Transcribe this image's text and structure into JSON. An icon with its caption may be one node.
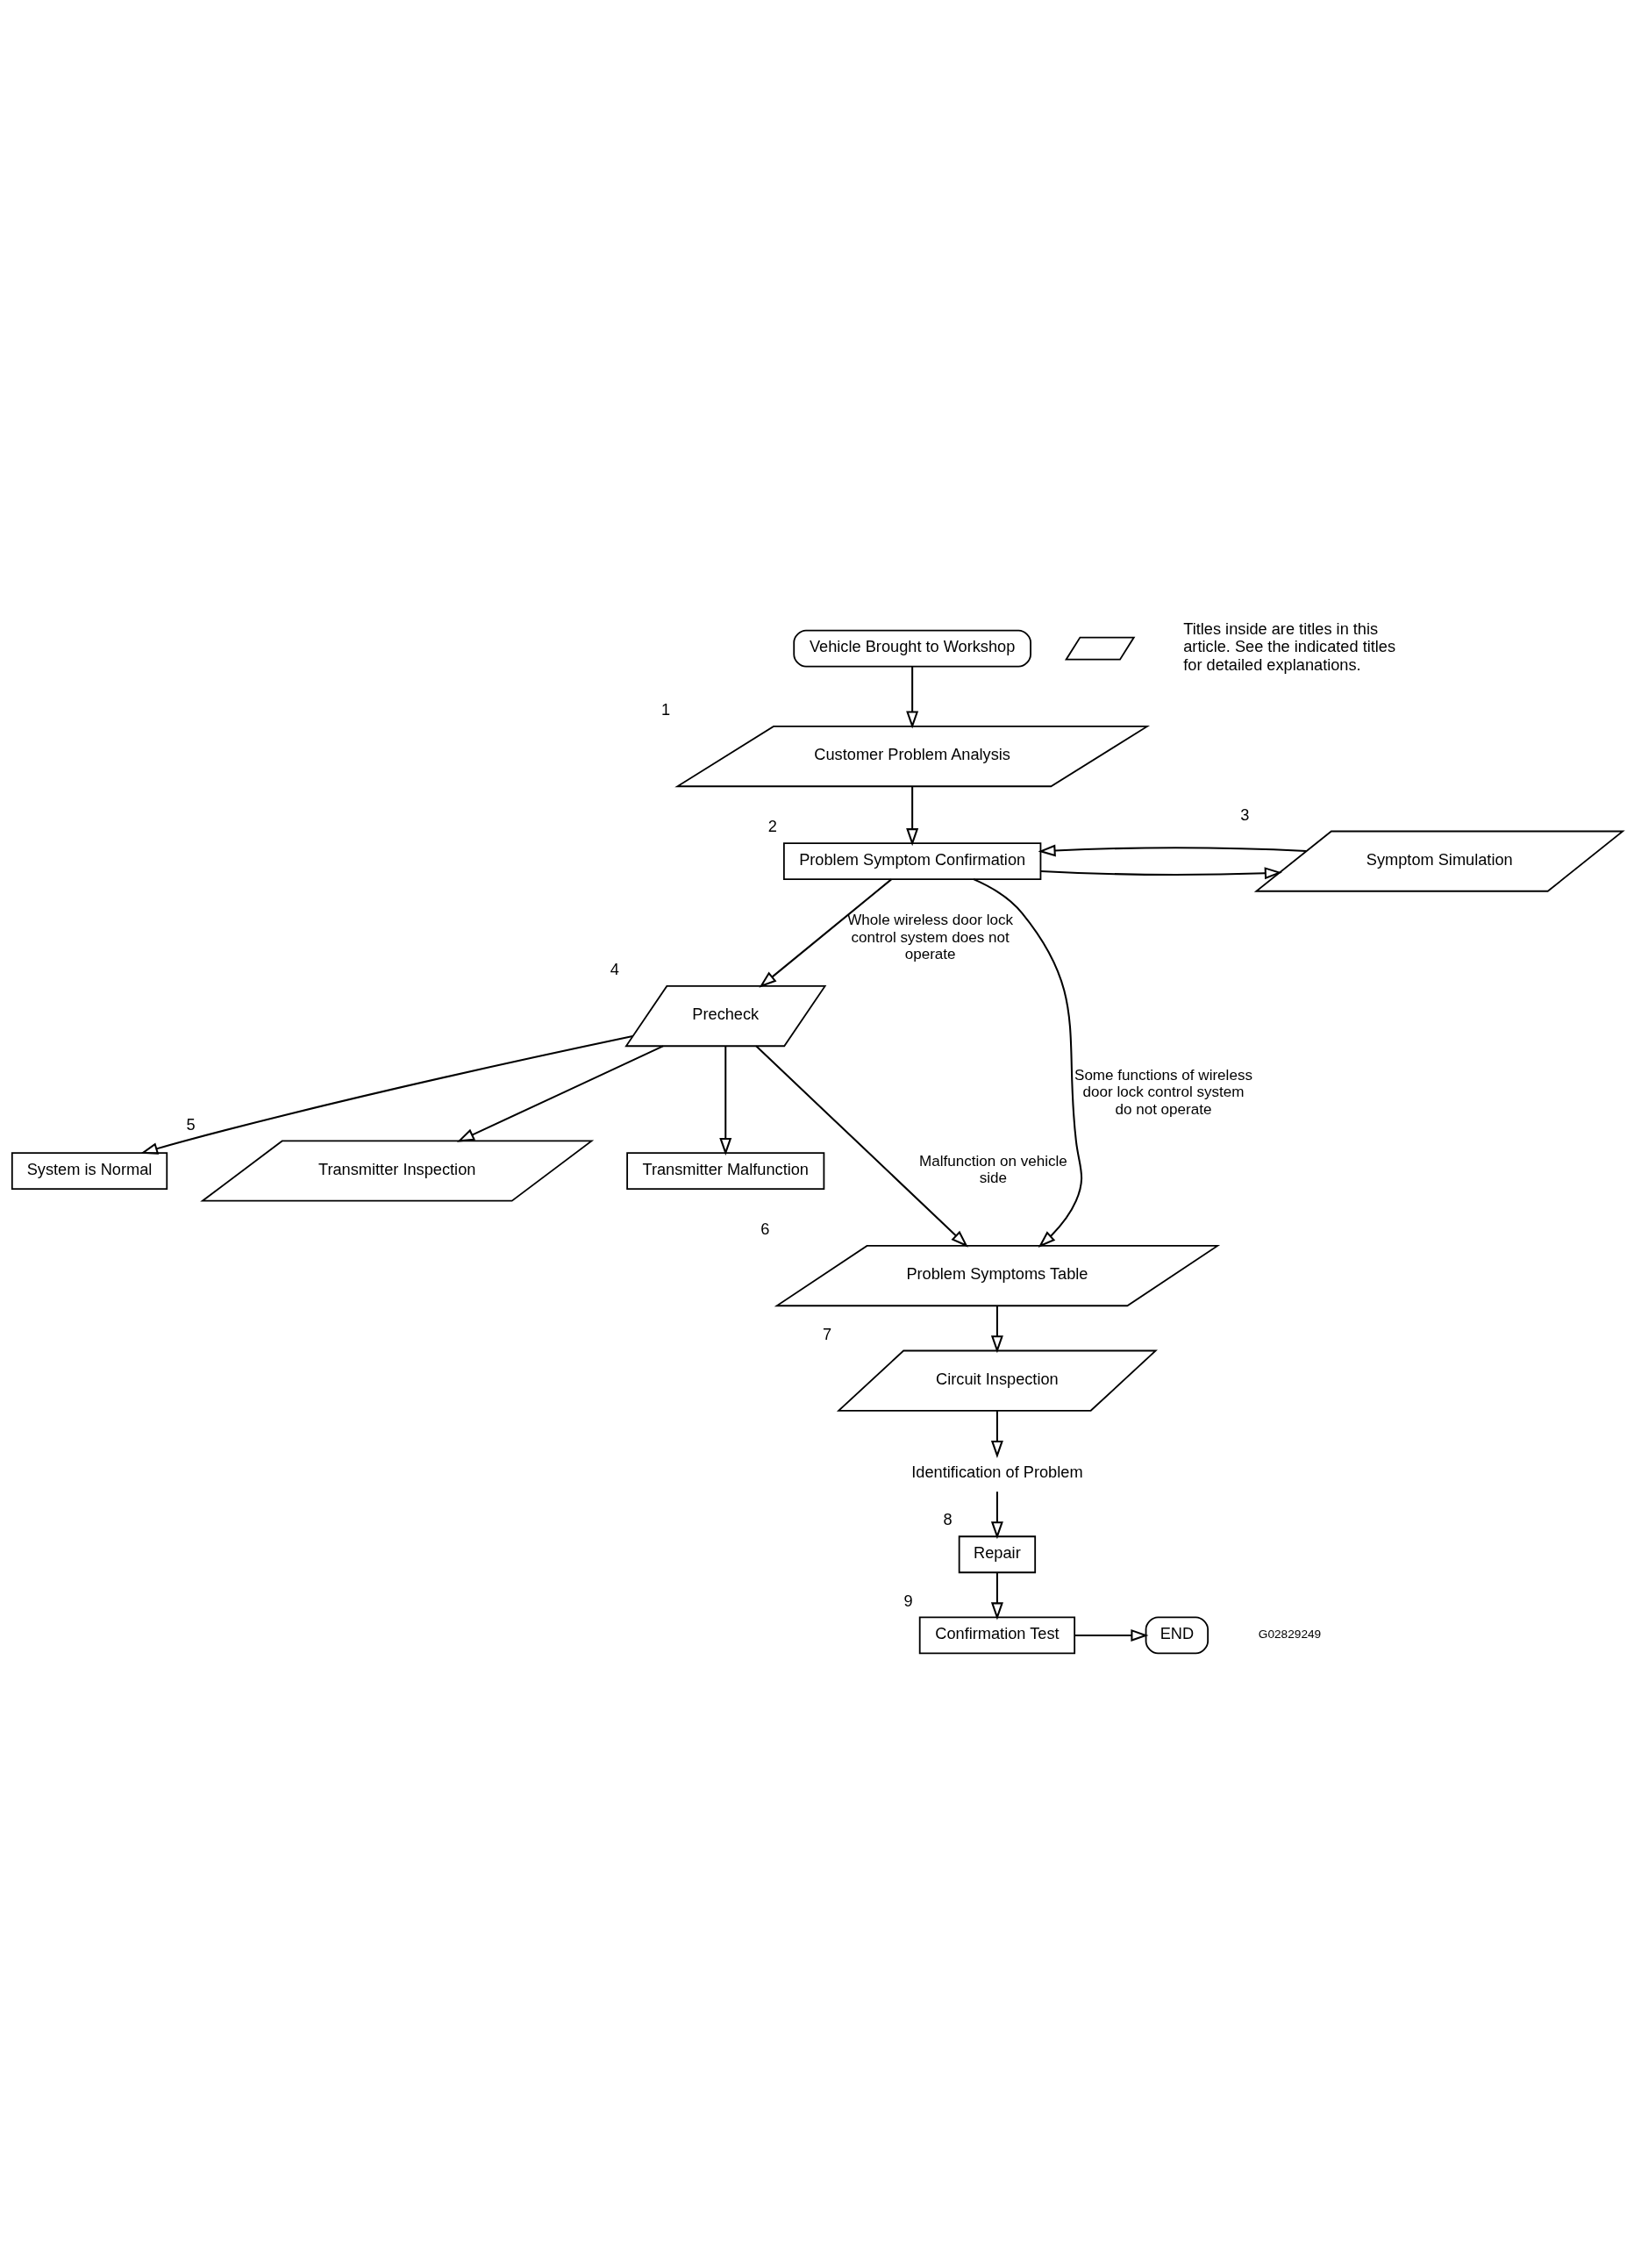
{
  "diagram": {
    "nodes": [
      {
        "text": [
          "Vehicle Brought to Workshop"
        ]
      },
      {
        "text": [
          "Customer Problem Analysis"
        ],
        "beside": [
          "1"
        ]
      },
      {
        "text": [
          "Problem Symptom Confirmation"
        ],
        "beside": [
          "2"
        ]
      },
      {
        "text": [
          "Symptom Simulation"
        ],
        "beside": [
          "3"
        ]
      },
      {
        "text": [
          "Precheck"
        ],
        "beside": [
          "4"
        ]
      },
      {
        "text": [
          "System is Normal"
        ]
      },
      {
        "text": [
          "Transmitter Inspection"
        ],
        "beside": [
          "5"
        ]
      },
      {
        "text": [
          "Transmitter Malfunction"
        ]
      },
      {
        "text": [
          "Problem Symptoms Table"
        ],
        "beside": [
          "6"
        ]
      },
      {
        "text": [
          "Circuit Inspection"
        ],
        "beside": [
          "7"
        ]
      },
      {
        "text": [
          "Identification of Problem"
        ]
      },
      {
        "text": [
          "Repair"
        ],
        "beside": [
          "8"
        ]
      },
      {
        "text": [
          "Confirmation Test"
        ],
        "beside": [
          "9"
        ]
      },
      {
        "text": [
          "END"
        ]
      }
    ],
    "edges": [
      {
        "from": 0,
        "to": 1,
        "arrow": "to"
      },
      {
        "from": 1,
        "to": 2,
        "arrow": "to"
      },
      {
        "from": 2,
        "to": 3,
        "arrow": "to"
      },
      {
        "from": 3,
        "to": 2,
        "arrow": "to"
      },
      {
        "from": 2,
        "to": 4,
        "arrow": "to",
        "label": "Whole wireless door lock control system does not operate"
      },
      {
        "from": 2,
        "to": 8,
        "arrow": "to",
        "label": "Some functions of wireless door lock control system do not operate"
      },
      {
        "from": 4,
        "to": 5,
        "arrow": "to"
      },
      {
        "from": 4,
        "to": 6,
        "arrow": "to"
      },
      {
        "from": 4,
        "to": 7,
        "arrow": "to"
      },
      {
        "from": 4,
        "to": 8,
        "arrow": "to",
        "label": "Malfunction on vehicle side"
      },
      {
        "from": 8,
        "to": 9,
        "arrow": "to"
      },
      {
        "from": 9,
        "to": 10,
        "arrow": "to"
      },
      {
        "from": 10,
        "to": 11,
        "arrow": "to"
      },
      {
        "from": 11,
        "to": 12,
        "arrow": "to"
      },
      {
        "from": 12,
        "to": 13,
        "arrow": "to"
      }
    ],
    "labels": [
      "G02829249"
    ],
    "legend": [
      {
        "text": "Titles inside are titles in this article. See the indicated titles for detailed explanations."
      }
    ]
  }
}
